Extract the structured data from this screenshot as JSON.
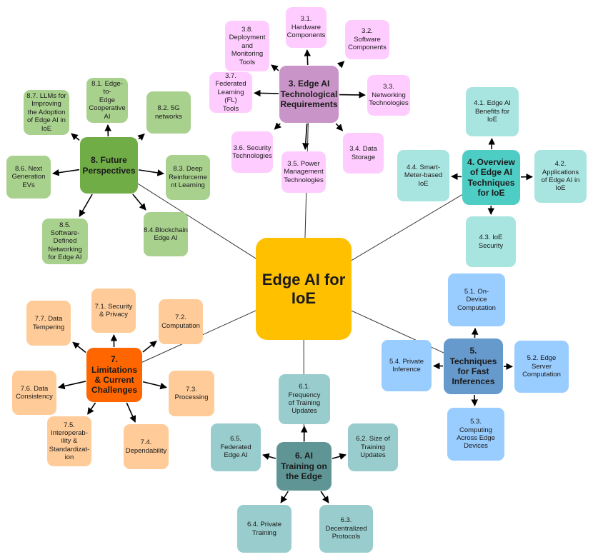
{
  "center": {
    "label": "Edge AI for\nIoE",
    "color": "#ffc000"
  },
  "clusters": [
    {
      "key": "s3",
      "hub": {
        "label": "3. Edge AI\nTechnological\nRequirements",
        "color": "#c994c7"
      },
      "leaf_color": "#ffccff",
      "leaves": [
        {
          "label": "3.1.\nHardware\nComponents"
        },
        {
          "label": "3.2. Software\nComponents"
        },
        {
          "label": "3.3.\nNetworking\nTechnologies"
        },
        {
          "label": "3.4. Data\nStorage"
        },
        {
          "label": "3.5. Power\nManagement\nTechnologies"
        },
        {
          "label": "3.6. Security\nTechnologies"
        },
        {
          "label": "3.7.\nFederated\nLearning (FL)\nTools"
        },
        {
          "label": "3.8.\nDeployment\nand\nMonitoring\nTools"
        }
      ]
    },
    {
      "key": "s4",
      "hub": {
        "label": "4. Overview\nof Edge AI\nTechniques\nfor IoE",
        "color": "#4ecdc4"
      },
      "leaf_color": "#a8e4e0",
      "leaves": [
        {
          "label": "4.1. Edge AI\nBenefits for\nIoE"
        },
        {
          "label": "4.2.\nApplications\nof Edge AI in\nIoE"
        },
        {
          "label": "4.3. IoE\nSecurity"
        },
        {
          "label": "4.4. Smart-\nMeter-based\nIoE"
        }
      ]
    },
    {
      "key": "s5",
      "hub": {
        "label": "5.\nTechniques\nfor Fast\nInferences",
        "color": "#6699cc"
      },
      "leaf_color": "#99ccff",
      "leaves": [
        {
          "label": "5.1. On-\nDevice\nComputation"
        },
        {
          "label": "5.2. Edge\nServer\nComputation"
        },
        {
          "label": "5.3.\nComputing\nAcross Edge\nDevices"
        },
        {
          "label": "5.4. Private\nInference"
        }
      ]
    },
    {
      "key": "s6",
      "hub": {
        "label": "6. AI\nTraining on\nthe Edge",
        "color": "#5f9595"
      },
      "leaf_color": "#99cccc",
      "leaves": [
        {
          "label": "6.1.\nFrequency\nof Training\nUpdates"
        },
        {
          "label": "6.2. Size of\nTraining\nUpdates"
        },
        {
          "label": "6.3.\nDecentralized\nProtocols"
        },
        {
          "label": "6.4. Private\nTraining"
        },
        {
          "label": "6.5.\nFederated\nEdge AI"
        }
      ]
    },
    {
      "key": "s7",
      "hub": {
        "label": "7. Limitations\n& Current\nChallenges",
        "color": "#ff6600"
      },
      "leaf_color": "#ffcc99",
      "leaves": [
        {
          "label": "7.1. Security\n& Privacy"
        },
        {
          "label": "7.2.\nComputation"
        },
        {
          "label": "7.3.\nProcessing"
        },
        {
          "label": "7.4.\nDependability"
        },
        {
          "label": "7.5.\nInteroperab-\nility &\nStandardizat-\nion"
        },
        {
          "label": "7.6. Data\nConsistency"
        },
        {
          "label": "7.7. Data\nTempering"
        }
      ]
    },
    {
      "key": "s8",
      "hub": {
        "label": "8. Future\nPerspectives",
        "color": "#70ad47"
      },
      "leaf_color": "#a9d18e",
      "leaves": [
        {
          "label": "8.1. Edge-to-\nEdge\nCooperative\nAI"
        },
        {
          "label": "8.2. 5G\nnetworks"
        },
        {
          "label": "8.3. Deep\nReinforceme\nnt Learning"
        },
        {
          "label": "8.4.Blockchain\nEdge AI"
        },
        {
          "label": "8.5.\nSoftware-\nDefined\nNetworking\nfor Edge AI"
        },
        {
          "label": "8.6. Next\nGeneration\nEVs"
        },
        {
          "label": "8.7. LLMs for\nImproving\nthe Adoption\nof Edge AI in\nIoE"
        }
      ]
    }
  ]
}
